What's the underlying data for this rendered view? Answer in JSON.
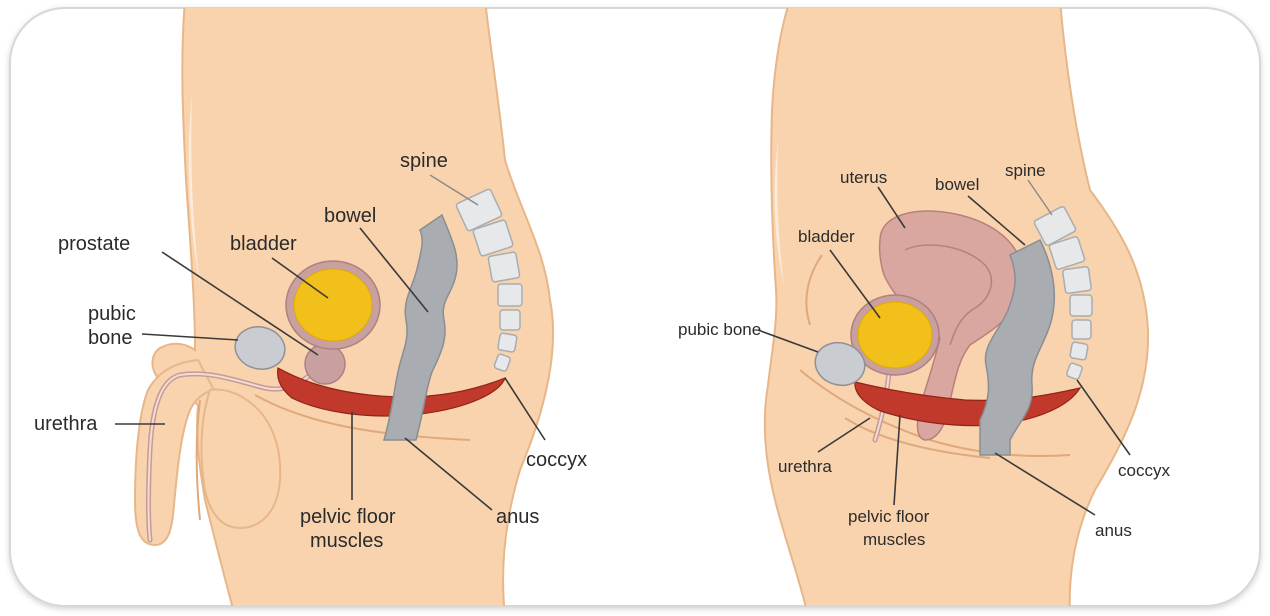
{
  "male": {
    "labels": {
      "spine": "spine",
      "bowel": "bowel",
      "prostate": "prostate",
      "bladder": "bladder",
      "pubic_bone_1": "pubic",
      "pubic_bone_2": "bone",
      "urethra": "urethra",
      "coccyx": "coccyx",
      "pelvic_floor_1": "pelvic floor",
      "pelvic_floor_2": "muscles",
      "anus": "anus"
    }
  },
  "female": {
    "labels": {
      "uterus": "uterus",
      "bowel": "bowel",
      "spine": "spine",
      "bladder": "bladder",
      "pubic_bone": "pubic bone",
      "urethra": "urethra",
      "coccyx": "coccyx",
      "pelvic_floor_1": "pelvic floor",
      "pelvic_floor_2": "muscles",
      "anus": "anus"
    }
  },
  "colors": {
    "skin": "#f8d3ae",
    "muscle": "#c0392b",
    "bladder_urine": "#f2c01a",
    "bowel": "#a9acb0",
    "bone": "#c9ccd0",
    "uterus": "#d9a6a0"
  }
}
